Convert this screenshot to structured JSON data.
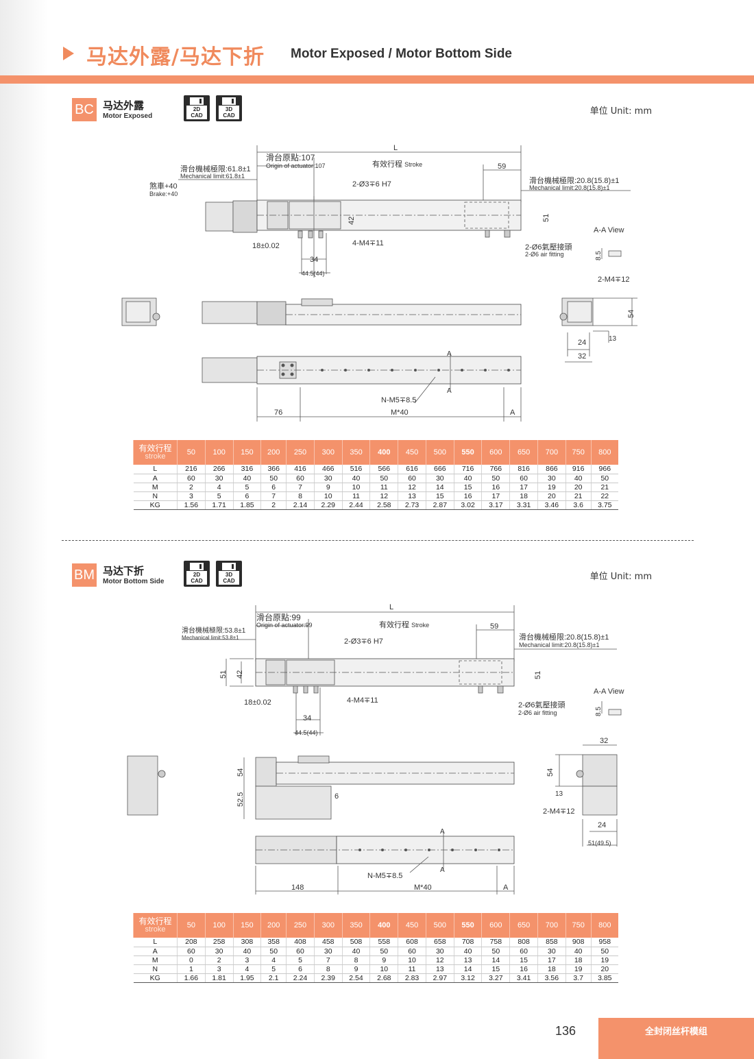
{
  "header": {
    "title_cn": "马达外露/马达下折",
    "title_en": "Motor Exposed / Motor Bottom Side"
  },
  "cad_labels": {
    "cad2d_top": "2D",
    "cad2d_bottom": "CAD",
    "cad3d_top": "3D",
    "cad3d_bottom": "CAD"
  },
  "sections": [
    {
      "code": "BC",
      "title_cn": "马达外露",
      "title_en": "Motor Exposed",
      "unit": "单位 Unit: mm",
      "drawing": {
        "L": "L",
        "origin_cn": "滑台原點",
        "origin_val": ":107",
        "origin_en": "Origin of actuator:107",
        "stroke_cn": "有效行程",
        "stroke_en": "Stroke",
        "dim_59": "59",
        "mech_left_cn": "滑台機械極限:61.8±1",
        "mech_left_en": "Mechanical limit:61.8±1",
        "brake_cn": "煞車+40",
        "brake_en": "Brake:+40",
        "mech_right_cn": "滑台機械極限:20.8(15.8)±1",
        "mech_right_en": "Mechanical limit:20.8(15.8)±1",
        "pin_holes": "2-Ø3∓6 H7",
        "dim_42": "42",
        "dim_51": "51",
        "tap_holes": "4-M4∓11",
        "dim_18": "18±0.02",
        "dim_34": "34",
        "dim_445": "44.5(44)",
        "air_cn": "2-Ø6氣壓接頭",
        "air_en": "2-Ø6 air fitting",
        "aa_view": "A-A View",
        "dim_85": "8.5",
        "side_holes": "2-M4∓12",
        "dim_54": "54",
        "dim_13": "13",
        "dim_24": "24",
        "dim_32": "32",
        "label_a": "A",
        "bottom_holes": "N-M5∓8.5",
        "dim_76": "76",
        "pitch": "M*40"
      },
      "table": {
        "head_cn": "有效行程",
        "head_en": "stroke",
        "strokes": [
          "50",
          "100",
          "150",
          "200",
          "250",
          "300",
          "350",
          "400",
          "450",
          "500",
          "550",
          "600",
          "650",
          "700",
          "750",
          "800"
        ],
        "rows": [
          {
            "label": "L",
            "values": [
              "216",
              "266",
              "316",
              "366",
              "416",
              "466",
              "516",
              "566",
              "616",
              "666",
              "716",
              "766",
              "816",
              "866",
              "916",
              "966"
            ]
          },
          {
            "label": "A",
            "values": [
              "60",
              "30",
              "40",
              "50",
              "60",
              "30",
              "40",
              "50",
              "60",
              "30",
              "40",
              "50",
              "60",
              "30",
              "40",
              "50"
            ]
          },
          {
            "label": "M",
            "values": [
              "2",
              "4",
              "5",
              "6",
              "7",
              "9",
              "10",
              "11",
              "12",
              "14",
              "15",
              "16",
              "17",
              "19",
              "20",
              "21"
            ]
          },
          {
            "label": "N",
            "values": [
              "3",
              "5",
              "6",
              "7",
              "8",
              "10",
              "11",
              "12",
              "13",
              "15",
              "16",
              "17",
              "18",
              "20",
              "21",
              "22"
            ]
          },
          {
            "label": "KG",
            "values": [
              "1.56",
              "1.71",
              "1.85",
              "2",
              "2.14",
              "2.29",
              "2.44",
              "2.58",
              "2.73",
              "2.87",
              "3.02",
              "3.17",
              "3.31",
              "3.46",
              "3.6",
              "3.75"
            ]
          }
        ]
      }
    },
    {
      "code": "BM",
      "title_cn": "马达下折",
      "title_en": "Motor Bottom Side",
      "unit": "单位 Unit: mm",
      "drawing": {
        "L": "L",
        "origin_cn": "滑台原點",
        "origin_val": ":99",
        "origin_en": "Origin of actuator:99",
        "stroke_cn": "有效行程",
        "stroke_en": "Stroke",
        "dim_59": "59",
        "mech_left_cn": "滑台機械極限:53.8±1",
        "mech_left_en": "Mechanical limit:53.8±1",
        "mech_right_cn": "滑台機械極限:20.8(15.8)±1",
        "mech_right_en": "Mechanical limit:20.8(15.8)±1",
        "pin_holes": "2-Ø3∓6 H7",
        "dim_51": "51",
        "dim_42": "42",
        "tap_holes": "4-M4∓11",
        "dim_18": "18±0.02",
        "dim_34": "34",
        "dim_445": "44.5(44)",
        "air_cn": "2-Ø6氣壓接頭",
        "air_en": "2-Ø6 air fitting",
        "aa_view": "A-A View",
        "dim_85": "8.5",
        "dim_54": "54",
        "dim_525": "52.5",
        "dim_6": "6",
        "dim_32": "32",
        "dim_13": "13",
        "side_holes": "2-M4∓12",
        "dim_24": "24",
        "dim_51b": "51(49.5)",
        "label_a": "A",
        "bottom_holes": "N-M5∓8.5",
        "dim_148": "148",
        "pitch": "M*40"
      },
      "table": {
        "head_cn": "有效行程",
        "head_en": "stroke",
        "strokes": [
          "50",
          "100",
          "150",
          "200",
          "250",
          "300",
          "350",
          "400",
          "450",
          "500",
          "550",
          "600",
          "650",
          "700",
          "750",
          "800"
        ],
        "rows": [
          {
            "label": "L",
            "values": [
              "208",
              "258",
              "308",
              "358",
              "408",
              "458",
              "508",
              "558",
              "608",
              "658",
              "708",
              "758",
              "808",
              "858",
              "908",
              "958"
            ]
          },
          {
            "label": "A",
            "values": [
              "60",
              "30",
              "40",
              "50",
              "60",
              "30",
              "40",
              "50",
              "60",
              "30",
              "40",
              "50",
              "60",
              "30",
              "40",
              "50"
            ]
          },
          {
            "label": "M",
            "values": [
              "0",
              "2",
              "3",
              "4",
              "5",
              "7",
              "8",
              "9",
              "10",
              "12",
              "13",
              "14",
              "15",
              "17",
              "18",
              "19"
            ]
          },
          {
            "label": "N",
            "values": [
              "1",
              "3",
              "4",
              "5",
              "6",
              "8",
              "9",
              "10",
              "11",
              "13",
              "14",
              "15",
              "16",
              "18",
              "19",
              "20"
            ]
          },
          {
            "label": "KG",
            "values": [
              "1.66",
              "1.81",
              "1.95",
              "2.1",
              "2.24",
              "2.39",
              "2.54",
              "2.68",
              "2.83",
              "2.97",
              "3.12",
              "3.27",
              "3.41",
              "3.56",
              "3.7",
              "3.85"
            ]
          }
        ]
      }
    }
  ],
  "footer": {
    "page_number": "136",
    "series_name": "全封闭丝杆模组"
  },
  "colors": {
    "accent": "#f4926b",
    "title": "#f08a5d"
  }
}
